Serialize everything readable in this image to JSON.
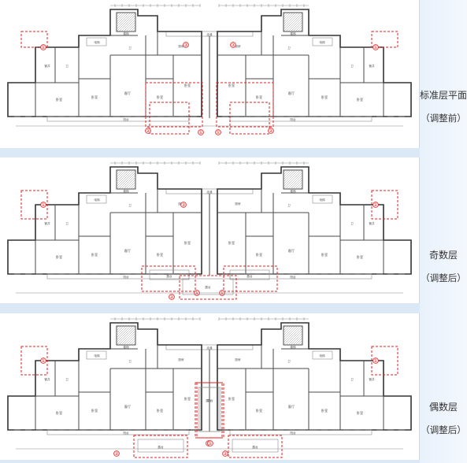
{
  "panels": [
    {
      "id": "standard",
      "label_main": "标准层平面",
      "label_sub": "（调整前）"
    },
    {
      "id": "odd",
      "label_main": "奇数层",
      "label_sub": "（调整后）"
    },
    {
      "id": "even",
      "label_main": "偶数层",
      "label_sub": "（调整后）"
    }
  ],
  "room_labels": {
    "living": "客厅",
    "bedroom": "卧室",
    "kitchen": "厨房",
    "bath": "卫",
    "balcony": "阳台",
    "stair": "楼梯",
    "lobby": "前室",
    "elevator": "电梯",
    "hall": "走道",
    "hvac": "管井",
    "terrace": "露台"
  },
  "markers": {
    "one": "①",
    "two": "②",
    "three": "③"
  },
  "colors": {
    "annotation": "#e02020",
    "wall": "#333333",
    "strip": "#dbe9f7"
  }
}
